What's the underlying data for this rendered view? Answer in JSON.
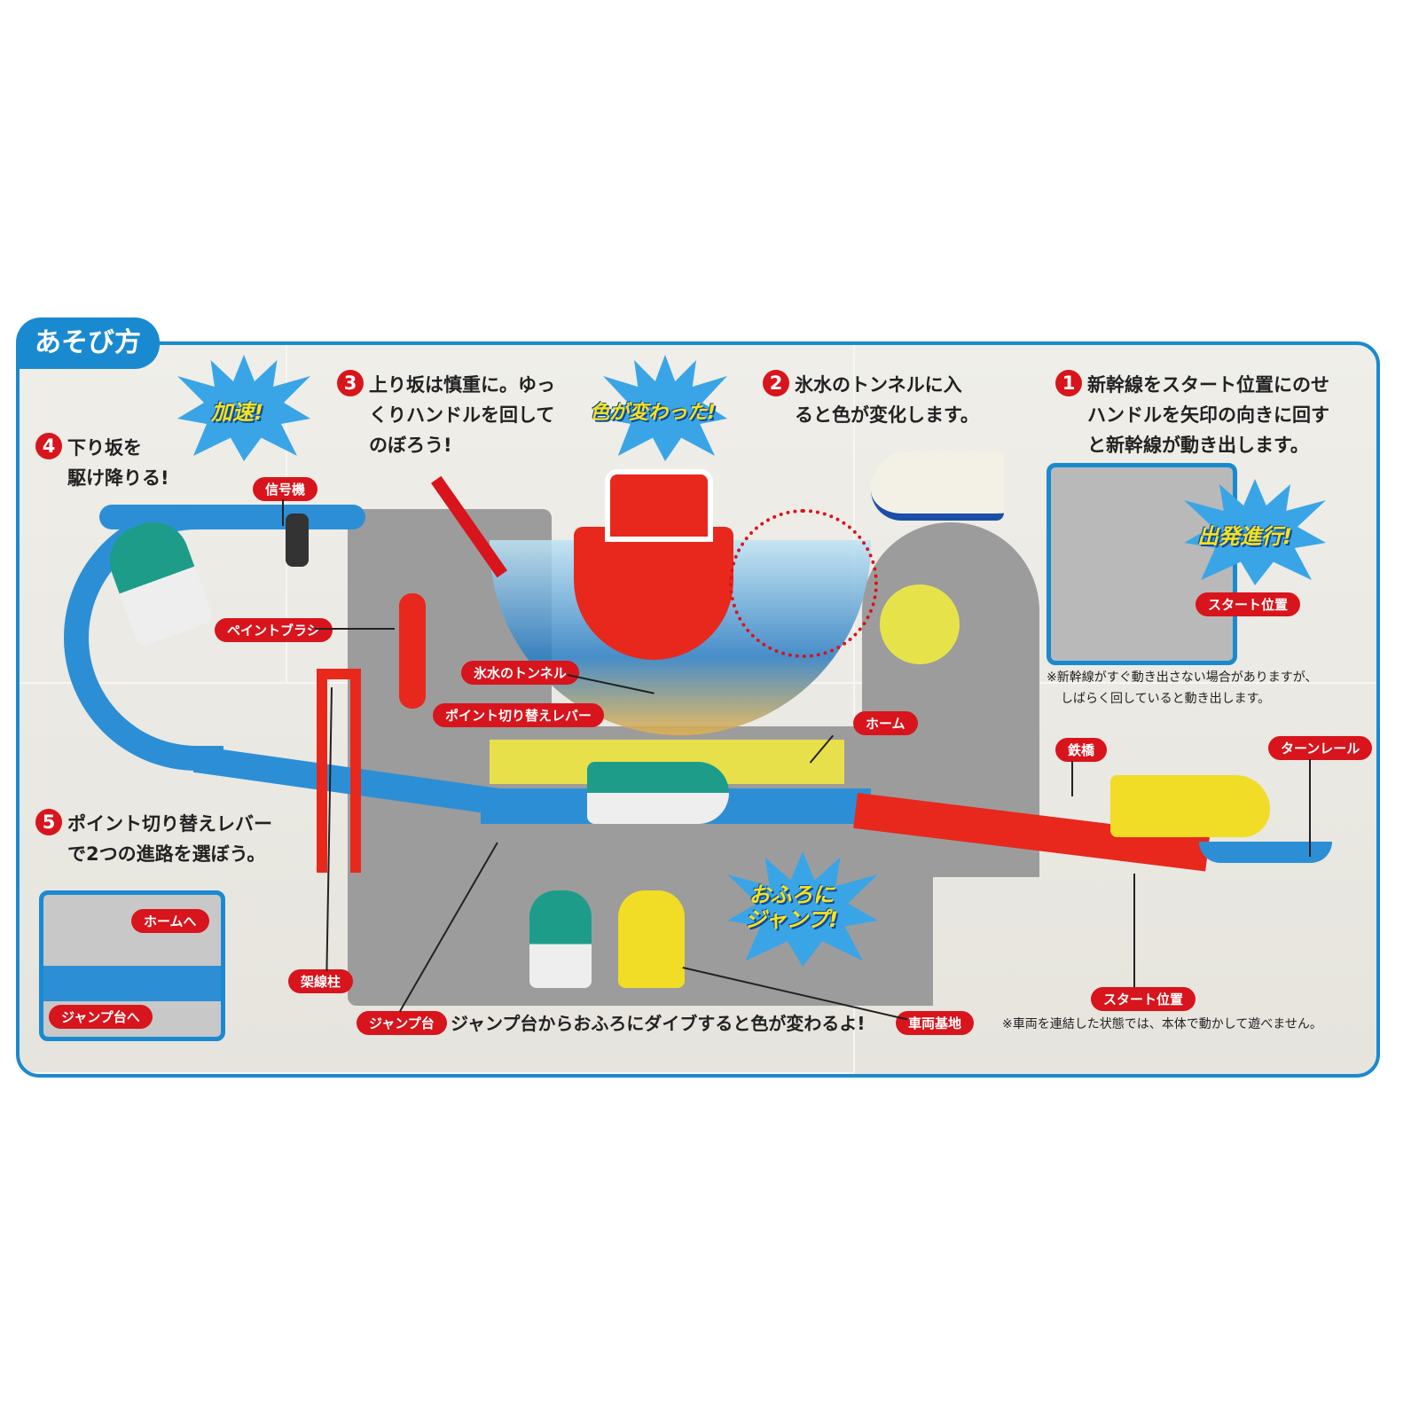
{
  "title": "あそび方",
  "steps": [
    {
      "num": "1",
      "lines": [
        "新幹線をスタート位置にのせ",
        "ハンドルを矢印の向きに回す",
        "と新幹線が動き出します。"
      ]
    },
    {
      "num": "2",
      "lines": [
        "氷水のトンネルに入",
        "ると色が変化します。"
      ]
    },
    {
      "num": "3",
      "lines": [
        "上り坂は慎重に。ゆっ",
        "くりハンドルを回して",
        "のぼろう!"
      ]
    },
    {
      "num": "4",
      "lines": [
        "下り坂を",
        "駆け降りる!"
      ]
    },
    {
      "num": "5",
      "lines": [
        "ポイント切り替えレバー",
        "で2つの進路を選ぼう。"
      ]
    }
  ],
  "bursts": {
    "accel": "加速!",
    "color_change": "色が変わった!",
    "departure": "出発進行!",
    "jump": "おふろに\nジャンプ!"
  },
  "labels": {
    "signal": "信号機",
    "paint_brush": "ペイントブラシ",
    "ice_tunnel": "氷水のトンネル",
    "point_lever": "ポイント切り替えレバー",
    "home": "ホーム",
    "iron_bridge": "鉄橋",
    "turn_rail": "ターンレール",
    "start_position": "スタート位置",
    "start_position_inset": "スタート位置",
    "catenary_pole": "架線柱",
    "jump_stand": "ジャンプ台",
    "depot": "車両基地",
    "to_home": "ホームへ",
    "to_jump": "ジャンプ台へ"
  },
  "jump_caption": "ジャンプ台からおふろにダイブすると色が変わるよ!",
  "notes": {
    "start_note": [
      "※新幹線がすぐ動き出さない場合がありますが、",
      "しばらく回していると動き出します。"
    ],
    "bottom_note": "※車両を連結した状態では、本体で動かして遊べません。"
  }
}
